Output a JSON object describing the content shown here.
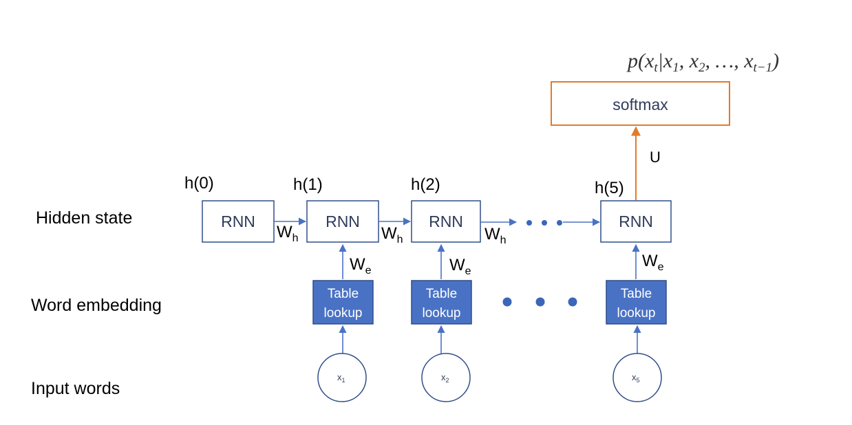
{
  "rows": {
    "hidden": "Hidden state",
    "embedding": "Word embedding",
    "input": "Input words"
  },
  "hidden_labels": [
    "h(0)",
    "h(1)",
    "h(2)",
    "h(5)"
  ],
  "rnn_label": "RNN",
  "softmax_label": "softmax",
  "formula": {
    "p": "p(",
    "x": "x",
    "t": "t",
    "bar": "|",
    "x1": "1",
    "x2": "2",
    "dots": "…",
    "tm1": "t−1",
    "close": ")"
  },
  "u_label": "U",
  "wh": {
    "main": "W",
    "sub": "h"
  },
  "we": {
    "main": "W",
    "sub": "e"
  },
  "lookup": {
    "line1": "Table",
    "line2": "lookup"
  },
  "inputs": [
    {
      "main": "x",
      "sub": "1"
    },
    {
      "main": "x",
      "sub": "2"
    },
    {
      "main": "x",
      "sub": "5"
    }
  ],
  "colors": {
    "arrow_blue": "#4a72c4",
    "box_border": "#2f4d8a",
    "lookup_fill": "#4a72c4",
    "softmax_border": "#e07b2a",
    "dot": "#3c66b8"
  }
}
